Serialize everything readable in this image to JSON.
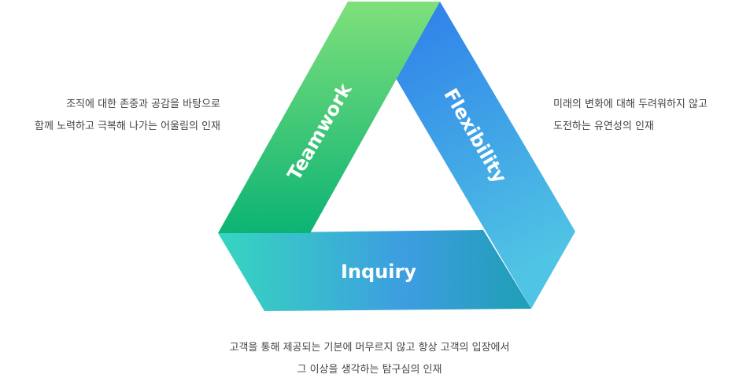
{
  "diagram": {
    "bands": {
      "teamwork": {
        "label": "Teamwork",
        "color_top": "#7fe07b",
        "color_bottom": "#0cb374"
      },
      "flexibility": {
        "label": "Flexibility",
        "color_top": "#2e7eea",
        "color_bottom": "#50c4e4"
      },
      "inquiry": {
        "label": "Inquiry",
        "color_left": "#36d6bf",
        "color_mid": "#3d9de0",
        "color_right": "#1e9fb5"
      }
    }
  },
  "captions": {
    "teamwork": {
      "line1": "조직에 대한 존중과 공감을 바탕으로",
      "line2": "함께 노력하고 극복해 나가는 어울림의 인재"
    },
    "flexibility": {
      "line1": "미래의 변화에 대해 두려워하지 않고",
      "line2": "도전하는 유연성의 인재"
    },
    "inquiry": {
      "line1": "고객을 통해 제공되는 기본에 머무르지 않고 항상 고객의 입장에서",
      "line2": "그 이상을 생각하는 탐구심의 인재"
    }
  }
}
